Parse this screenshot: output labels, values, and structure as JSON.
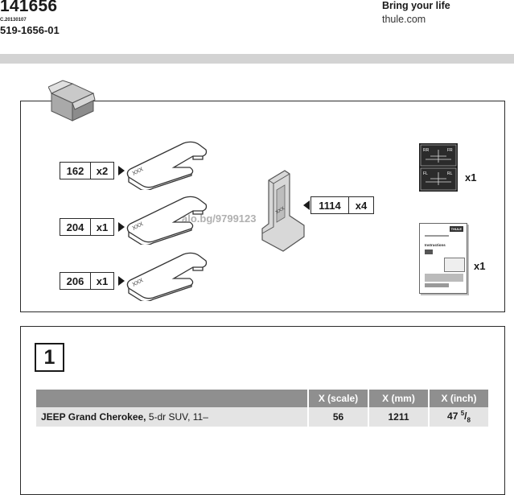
{
  "header": {
    "doc_number": "141656",
    "doc_date": "C.20130107",
    "part_number": "519-1656-01",
    "tagline": "Bring your life",
    "url": "thule.com"
  },
  "watermark": "alo.bg/9799123",
  "parts": {
    "bars": [
      {
        "code": "162",
        "qty": "x2",
        "marking": "XXX"
      },
      {
        "code": "204",
        "qty": "x1",
        "marking": "XXX"
      },
      {
        "code": "206",
        "qty": "x1",
        "marking": "XXX"
      }
    ],
    "bracket": {
      "code": "1114",
      "qty": "x4",
      "marking": "XXX"
    },
    "position_sticker": {
      "qty": "x1",
      "labels": [
        "RR",
        "FR",
        "FL",
        "RL"
      ]
    },
    "instructions": {
      "qty": "x1",
      "title": "Instructions",
      "brand": "THULE"
    }
  },
  "step": {
    "number": "1",
    "table": {
      "headers": [
        "",
        "X (scale)",
        "X (mm)",
        "X (inch)"
      ],
      "rows": [
        {
          "make": "JEEP Grand Cherokee,",
          "details": " 5-dr SUV, 11–",
          "scale": "56",
          "mm": "1211",
          "inch_whole": "47",
          "inch_num": "5",
          "inch_den": "8"
        }
      ]
    }
  }
}
